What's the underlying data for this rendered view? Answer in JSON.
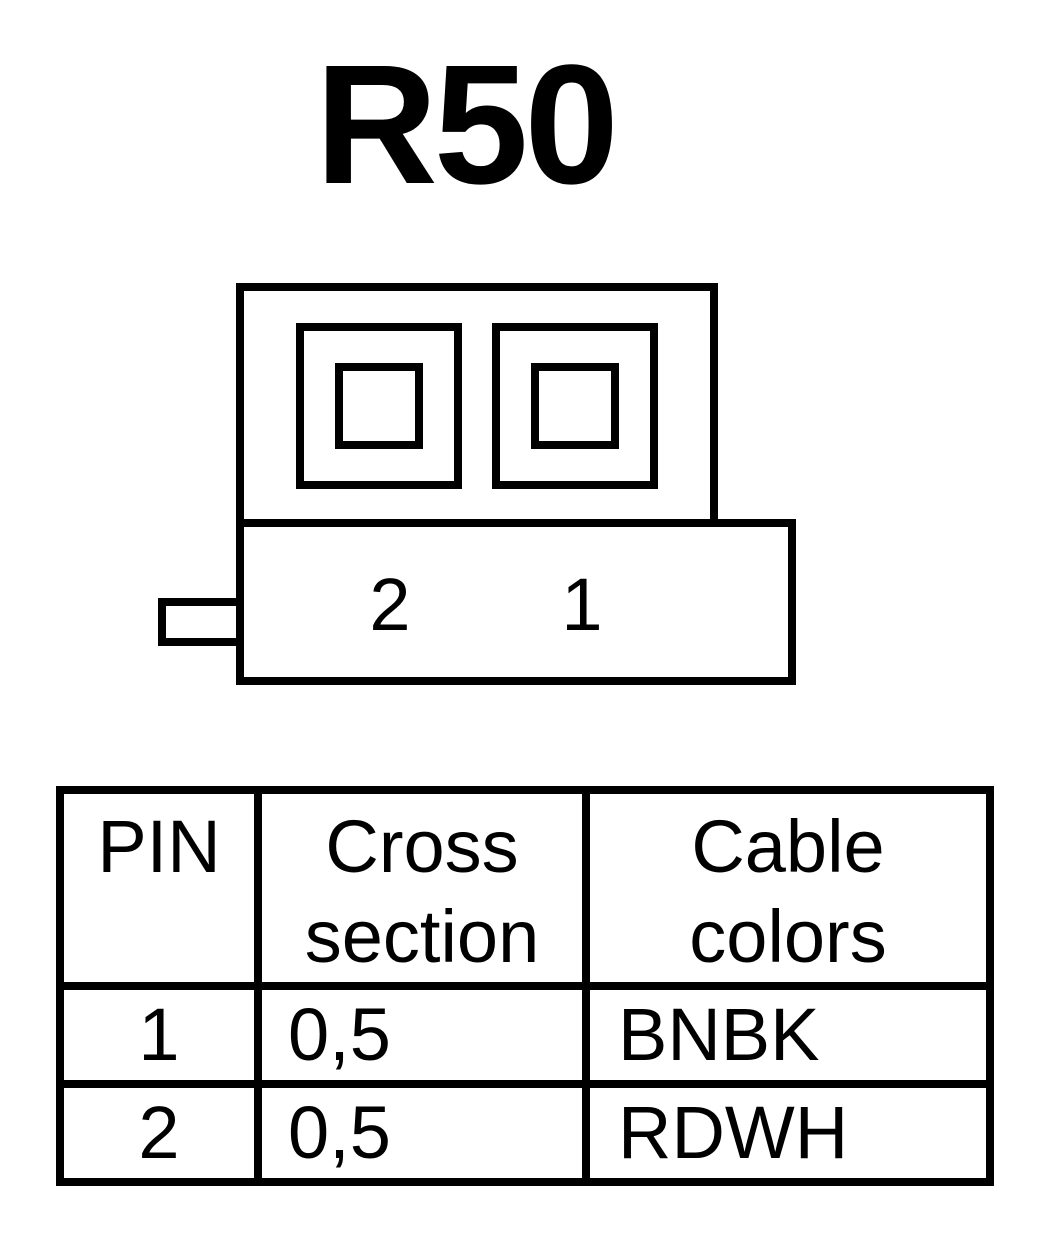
{
  "title": "R50",
  "connector": {
    "pin_labels": [
      "2",
      "1"
    ]
  },
  "table": {
    "headers": [
      [
        "PIN"
      ],
      [
        "Cross",
        "section"
      ],
      [
        "Cable",
        "colors"
      ]
    ],
    "rows": [
      {
        "pin": "1",
        "cross_section": "0,5",
        "cable_colors": "BNBK"
      },
      {
        "pin": "2",
        "cross_section": "0,5",
        "cable_colors": "RDWH"
      }
    ]
  },
  "colors": {
    "line": "#000000",
    "background": "#ffffff"
  }
}
